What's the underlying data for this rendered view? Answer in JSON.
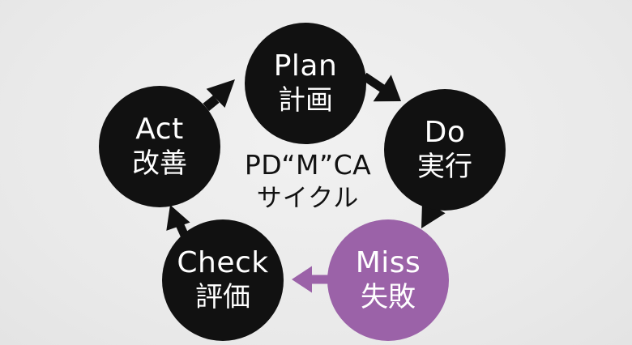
{
  "colors": {
    "background": "#ececec",
    "node_default": "#111111",
    "node_highlight": "#9b62a8",
    "arrow_default": "#111111",
    "arrow_highlight": "#9b62a8",
    "text_on_node": "#ffffff",
    "center_text": "#111111"
  },
  "nodes": {
    "plan": {
      "en": "Plan",
      "ja": "計画",
      "highlighted": false
    },
    "do": {
      "en": "Do",
      "ja": "実行",
      "highlighted": false
    },
    "miss": {
      "en": "Miss",
      "ja": "失敗",
      "highlighted": true
    },
    "check": {
      "en": "Check",
      "ja": "評価",
      "highlighted": false
    },
    "act": {
      "en": "Act",
      "ja": "改善",
      "highlighted": false
    }
  },
  "center": {
    "line1": "PD“M”CA",
    "line2": "サイクル"
  },
  "arrows": [
    {
      "from": "plan",
      "to": "do",
      "highlighted": false
    },
    {
      "from": "do",
      "to": "miss",
      "highlighted": false
    },
    {
      "from": "miss",
      "to": "check",
      "highlighted": true
    },
    {
      "from": "check",
      "to": "act",
      "highlighted": false
    },
    {
      "from": "act",
      "to": "plan",
      "highlighted": false
    }
  ]
}
